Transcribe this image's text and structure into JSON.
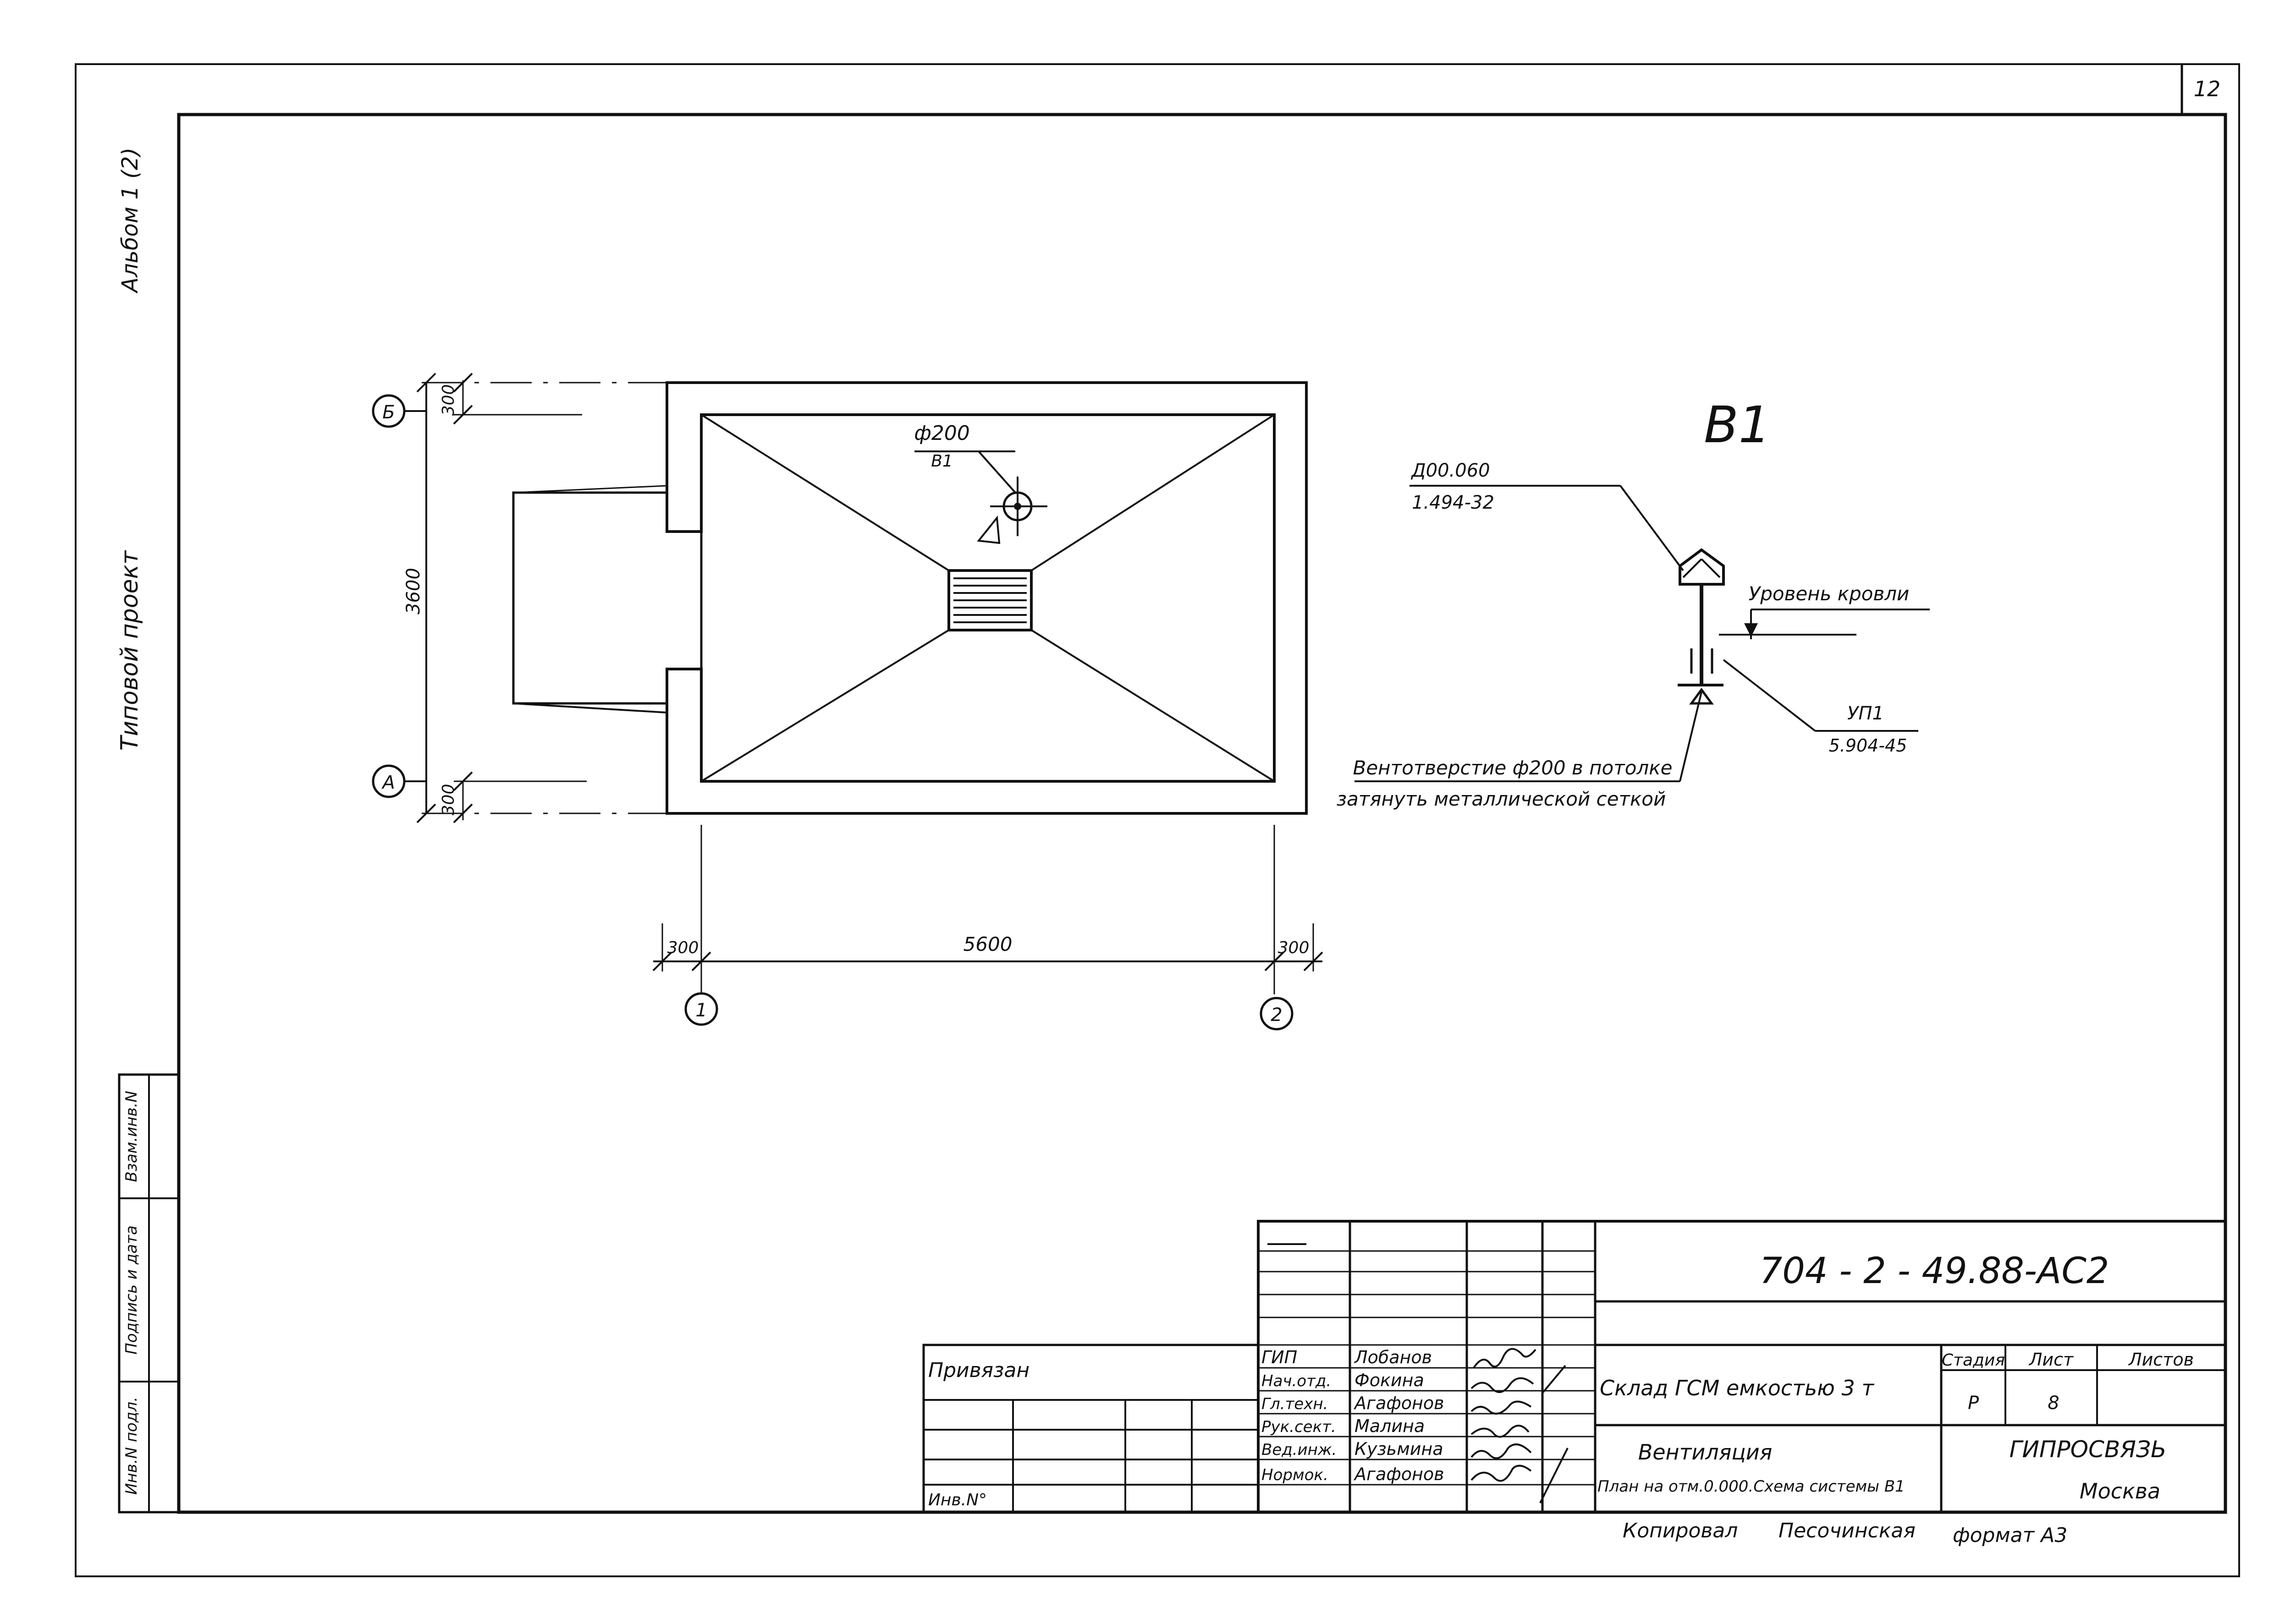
{
  "sheet_number": "12",
  "margin_texts": {
    "album": "Альбом 1 (2)",
    "project_type": "Типовой проект"
  },
  "side_stamp": {
    "inv_podl": "Инв.N подл.",
    "sign_date": "Подпись и дата",
    "vzam_inv": "Взам.инв.N"
  },
  "plan": {
    "axis_b": "Б",
    "axis_a": "А",
    "axis_1": "1",
    "axis_2": "2",
    "dim_300_top": "300",
    "dim_300_bottom": "300",
    "dim_3600": "3600",
    "dim_300_left": "300",
    "dim_300_right": "300",
    "dim_5600": "5600",
    "opening_dia": "ф200",
    "opening_system": "В1"
  },
  "scheme": {
    "title": "В1",
    "deflector_code": "Д00.060",
    "deflector_series": "1.494-32",
    "roof_level": "Уровень кровли",
    "unit_code": "УП1",
    "unit_series": "5.904-45",
    "note_line1": "Вентотверстие ф200 в потолке",
    "note_line2": "затянуть металлической сеткой"
  },
  "title_block": {
    "doc_code": "704 - 2 - 49.88-АС2",
    "privyazan": "Привязан",
    "inv_no": "Инв.N°",
    "roles": [
      "ГИП",
      "Нач.отд.",
      "Гл.техн.",
      "Рук.сект.",
      "Вед.инж.",
      "Нормок."
    ],
    "names": [
      "Лобанов",
      "Фокина",
      "Агафонов",
      "Малина",
      "Кузьмина",
      "Агафонов"
    ],
    "object_name": "Склад ГСМ емкостью 3 т",
    "stage_label": "Стадия",
    "sheet_label": "Лист",
    "sheets_label": "Листов",
    "stage_value": "Р",
    "sheet_value": "8",
    "section_name": "Вентиляция",
    "sheet_title": "План на отм.0.000.Схема системы В1",
    "org_name": "ГИПРОСВЯЗЬ",
    "city": "Москва",
    "copied_by": "Копировал",
    "copier": "Песочинская",
    "format": "формат А3"
  }
}
